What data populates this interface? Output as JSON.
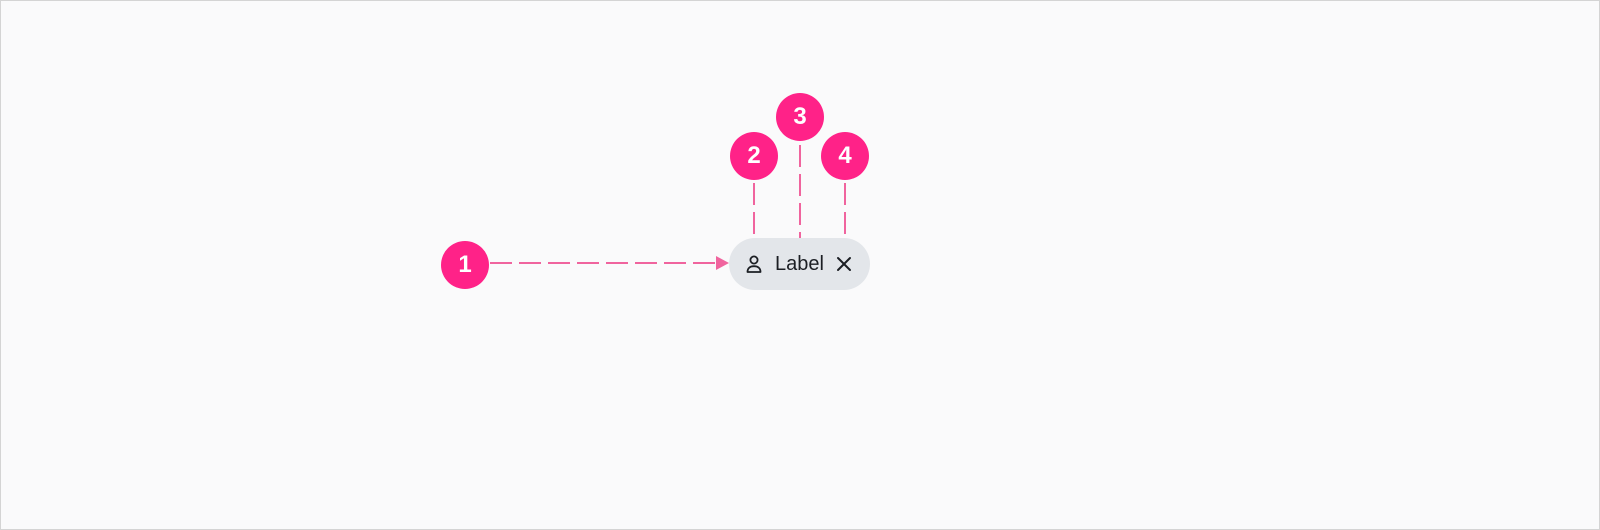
{
  "colors": {
    "marker": "#ff2288",
    "connector": "#f0649e",
    "chip_background": "#e3e6ea",
    "chip_text": "#1c1f24",
    "canvas_background": "#fafafb"
  },
  "markers": [
    "1",
    "2",
    "3",
    "4"
  ],
  "chip": {
    "label": "Label",
    "leading_icon": "person-icon",
    "trailing_icon": "close-icon"
  }
}
